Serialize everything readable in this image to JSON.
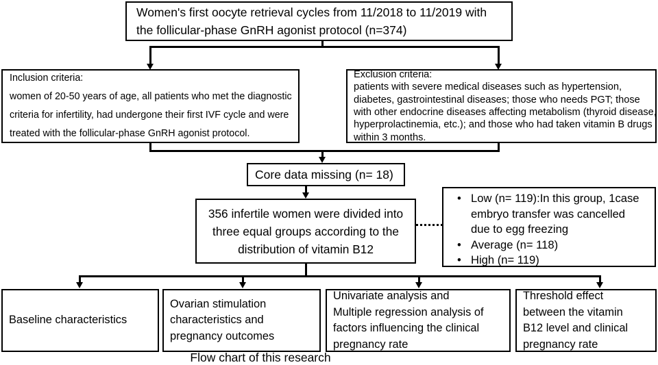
{
  "header": {
    "lines": [
      "Women's first oocyte retrieval cycles from 11/2018 to 11/2019 with",
      "the follicular-phase GnRH agonist protocol (n=374)"
    ]
  },
  "inclusion": {
    "lines": [
      "Inclusion criteria:",
      "women of 20-50 years of age, all patients who met the diagnostic",
      "criteria for infertility, had undergone their first IVF cycle and were",
      "treated with the follicular-phase GnRH agonist protocol."
    ]
  },
  "exclusion": {
    "lines": [
      "Exclusion criteria:",
      "patients with severe medical diseases such as hypertension,",
      "diabetes, gastrointestinal diseases; those who needs PGT; those",
      "with other endocrine diseases affecting metabolism (thyroid disease,",
      "hyperprolactinemia, etc.); and those who had taken vitamin B drugs",
      "within 3 months."
    ]
  },
  "core_missing": {
    "label": "Core data missing (n= 18)"
  },
  "grouping": {
    "lines": [
      "356 infertile women were divided into",
      "three equal groups according to the",
      "distribution of vitamin B12"
    ]
  },
  "groups": {
    "bullet_glyph": "•",
    "items": [
      {
        "lines": [
          "Low (n= 119):In this group, 1case",
          "embryo transfer was cancelled",
          "due to egg freezing"
        ]
      },
      {
        "lines": [
          "Average (n= 118)"
        ]
      },
      {
        "lines": [
          "High (n= 119)"
        ]
      }
    ]
  },
  "outcomes": [
    {
      "name": "baseline",
      "lines": [
        "Baseline characteristics"
      ]
    },
    {
      "name": "ovarian",
      "lines": [
        "Ovarian stimulation",
        "characteristics and",
        "pregnancy outcomes"
      ]
    },
    {
      "name": "analysis",
      "lines": [
        "Univariate analysis and",
        "Multiple regression analysis of",
        "factors influencing the clinical",
        "pregnancy rate"
      ]
    },
    {
      "name": "threshold",
      "lines": [
        "Threshold effect",
        "between the vitamin",
        "B12 level and clinical",
        "pregnancy rate"
      ]
    }
  ],
  "caption": {
    "text": "Flow chart of this research"
  },
  "colors": {
    "line": "#000000",
    "background": "#ffffff",
    "text": "#000000"
  }
}
